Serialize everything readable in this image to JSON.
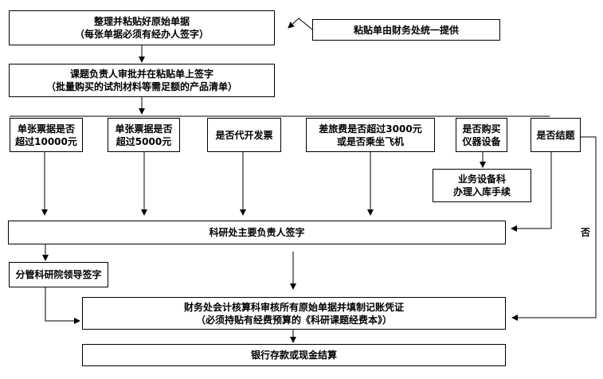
{
  "steps": {
    "organize": {
      "line1": "整理并粘贴好原始单据",
      "line2": "（每张单据必须有经办人签字）"
    },
    "note": {
      "text": "粘贴单由财务处统一提供"
    },
    "approve": {
      "line1": "课题负责人审批并在粘贴单上签字",
      "line2": "（批量购买的试剂材料等需足额的产品清单）"
    },
    "cond1": {
      "line1": "单张票据是否",
      "line2": "超过10000元"
    },
    "cond2": {
      "line1": "单张票据是否",
      "line2": "超过5000元"
    },
    "cond3": {
      "line1": "是否代开发票"
    },
    "cond4": {
      "line1": "差旅费是否超过3000元",
      "line2": "或是否乘坐飞机"
    },
    "cond5": {
      "line1": "是否购买",
      "line2": "仪器设备"
    },
    "cond6": {
      "line1": "是否结题"
    },
    "equipment": {
      "line1": "业务设备科",
      "line2": "办理入库手续"
    },
    "research_sign": {
      "text": "科研处主要负责人签字"
    },
    "leader_sign": {
      "text": "分管科研院领导签字"
    },
    "finance": {
      "line1": "财务处会计核算科审核所有原始单据并填制记账凭证",
      "line2": "（必须持贴有经费预算的《科研课题经费本》）"
    },
    "settle": {
      "text": "银行存款或现金结算"
    }
  },
  "labels": {
    "no": "否"
  }
}
